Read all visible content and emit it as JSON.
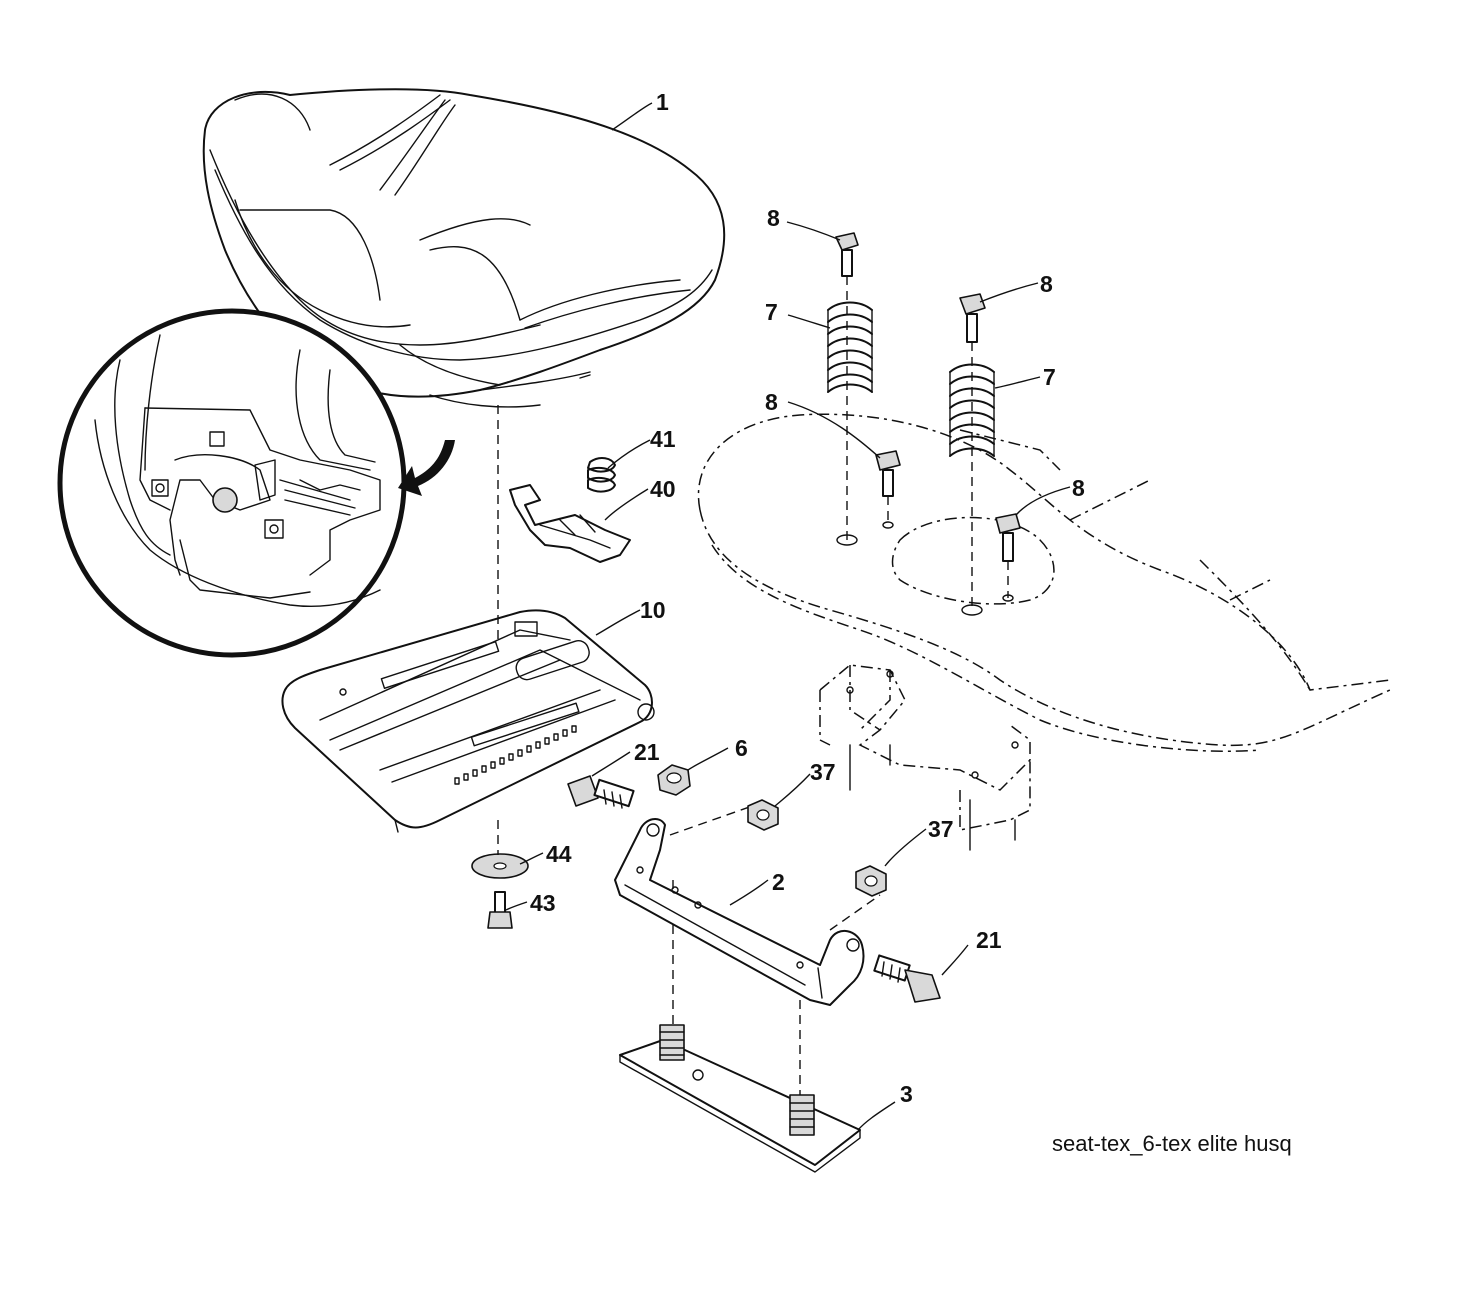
{
  "diagram": {
    "callouts": {
      "c1": "1",
      "c2": "2",
      "c3": "3",
      "c6": "6",
      "c7a": "7",
      "c7b": "7",
      "c8a": "8",
      "c8b": "8",
      "c8c": "8",
      "c8d": "8",
      "c10": "10",
      "c21a": "21",
      "c21b": "21",
      "c37a": "37",
      "c37b": "37",
      "c40": "40",
      "c41": "41",
      "c43": "43",
      "c44": "44"
    },
    "caption": "seat-tex_6-tex elite husq"
  }
}
